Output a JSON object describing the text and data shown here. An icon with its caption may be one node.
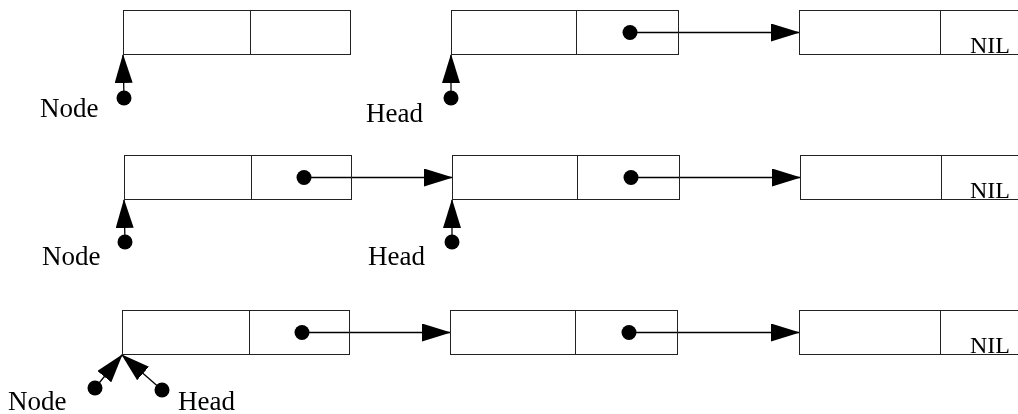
{
  "diagram": {
    "nodes": [
      {
        "text": [],
        "shape": "box"
      },
      {
        "text": [],
        "shape": "box"
      },
      {
        "text": [
          "NIL"
        ]
      },
      {
        "text": [
          "Node"
        ]
      },
      {
        "text": [
          "Head"
        ]
      },
      {
        "text": [],
        "shape": "box"
      },
      {
        "text": [],
        "shape": "box"
      },
      {
        "text": [
          "NIL"
        ]
      },
      {
        "text": [
          "Node"
        ]
      },
      {
        "text": [
          "Head"
        ]
      },
      {
        "text": [],
        "shape": "box"
      },
      {
        "text": [],
        "shape": "box"
      },
      {
        "text": [
          "NIL"
        ]
      },
      {
        "text": [
          "Node"
        ]
      },
      {
        "text": [
          "Head"
        ]
      }
    ],
    "edges": [
      {
        "from": 1,
        "to": 2,
        "arrow": "to"
      },
      {
        "from": 3,
        "to": 0,
        "arrow": "to"
      },
      {
        "from": 4,
        "to": 1,
        "arrow": "to"
      },
      {
        "from": 5,
        "to": 6,
        "arrow": "to"
      },
      {
        "from": 6,
        "to": 7,
        "arrow": "to"
      },
      {
        "from": 8,
        "to": 5,
        "arrow": "to"
      },
      {
        "from": 9,
        "to": 6,
        "arrow": "to"
      },
      {
        "from": 10,
        "to": 11,
        "arrow": "to"
      },
      {
        "from": 11,
        "to": 12,
        "arrow": "to"
      },
      {
        "from": 13,
        "to": 10,
        "arrow": "to"
      },
      {
        "from": 14,
        "to": 10,
        "arrow": "to"
      }
    ]
  }
}
